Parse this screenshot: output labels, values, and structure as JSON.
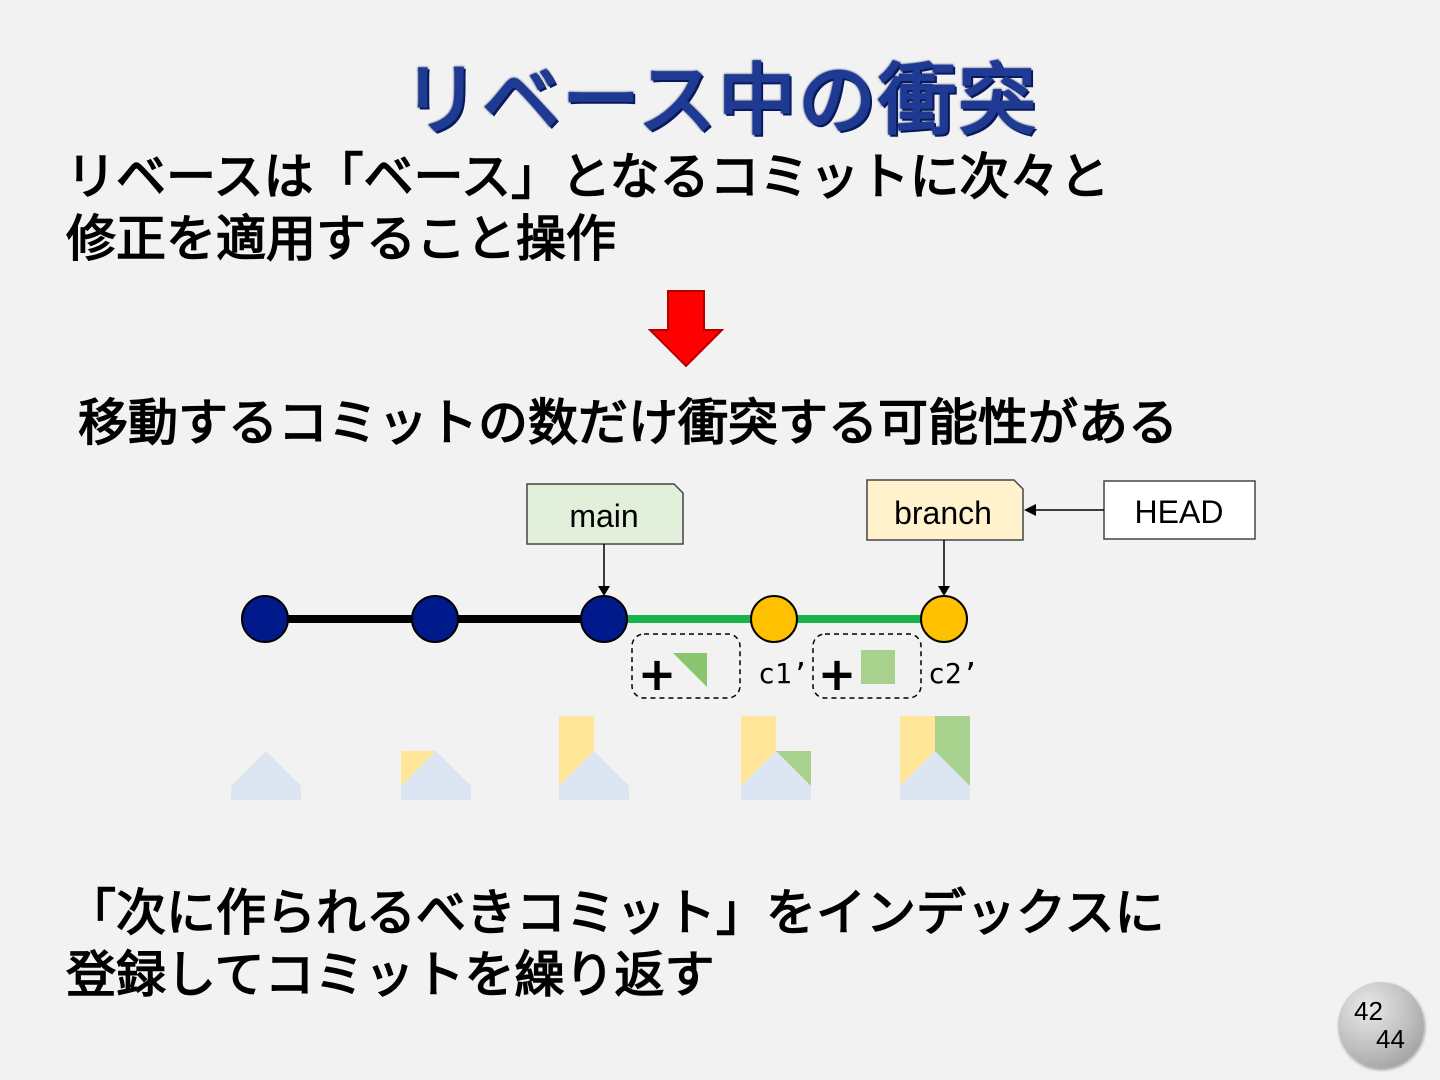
{
  "slide": {
    "title": "リベース中の衝突",
    "intro_lines": [
      "リベースは「ベース」となるコミットに次々と",
      "修正を適用すること操作"
    ],
    "claim": "移動するコミットの数だけ衝突する可能性がある",
    "conclusion_lines": [
      "「次に作られるべきコミット」をインデックスに",
      "登録してコミットを繰り返す"
    ],
    "page": {
      "current": "42",
      "total": "44"
    }
  },
  "diagram": {
    "labels": {
      "main": "main",
      "branch": "branch",
      "head": "HEAD"
    },
    "commit_labels": {
      "c1": "c1’",
      "c2": "c2’"
    },
    "change_plus": "+",
    "colors": {
      "main_commit": "#001a8c",
      "rebased_commit": "#ffc000",
      "main_line": "#000000",
      "rebased_line": "#19b24b",
      "main_tag_fill": "#e2efda",
      "branch_tag_fill": "#fff2cc",
      "arrow_red": "#ff0000"
    }
  }
}
